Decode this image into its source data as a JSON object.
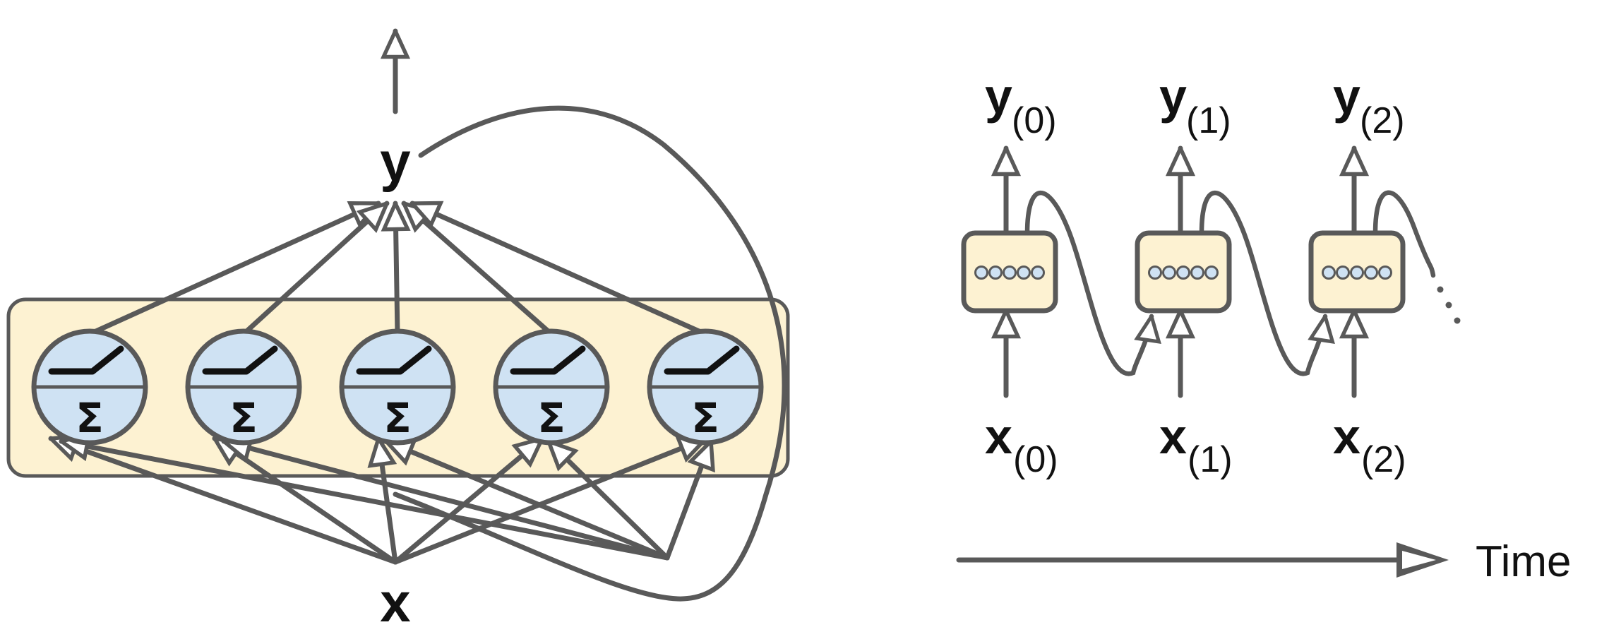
{
  "colors": {
    "stroke": "#595959",
    "layer_fill": "#fdf2d2",
    "neuron_fill": "#cfe2f3",
    "unit_dot": "#cfe2f3",
    "text": "#111111"
  },
  "left_diagram": {
    "input_label": "x",
    "output_label": "y",
    "neuron_count": 5,
    "neuron_symbol": "Σ",
    "activation_icon": "relu-step-icon"
  },
  "right_diagram": {
    "steps": [
      {
        "output_base": "y",
        "output_sub": "(0)",
        "input_base": "x",
        "input_sub": "(0)"
      },
      {
        "output_base": "y",
        "output_sub": "(1)",
        "input_base": "x",
        "input_sub": "(1)"
      },
      {
        "output_base": "y",
        "output_sub": "(2)",
        "input_base": "x",
        "input_sub": "(2)"
      }
    ],
    "units_per_cell": 5,
    "continuation": "...",
    "time_label": "Time"
  }
}
